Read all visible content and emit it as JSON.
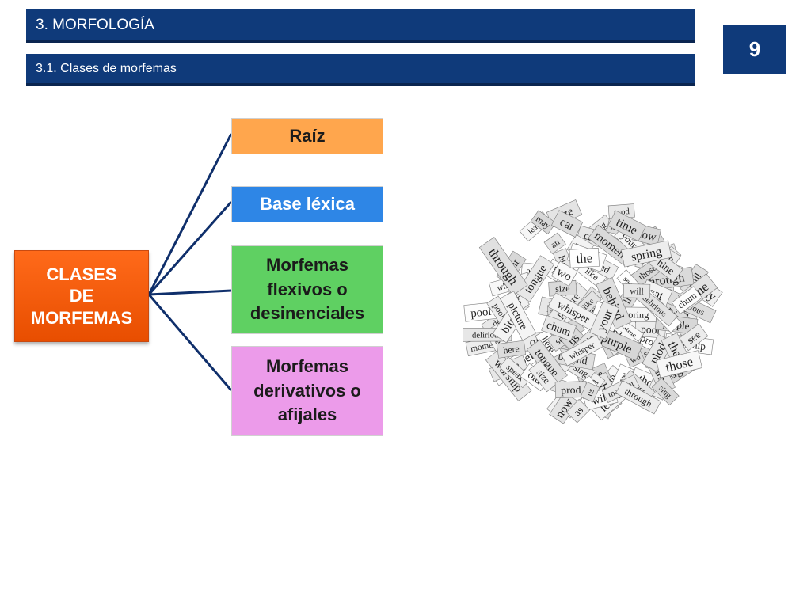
{
  "header": {
    "section_title": "3. MORFOLOGÍA",
    "subsection_title": "3.1. Clases de morfemas",
    "page_number": "9"
  },
  "diagram": {
    "root": "CLASES\nDE\nMORFEMAS",
    "children": [
      {
        "label": "Raíz",
        "color": "#ffa64d"
      },
      {
        "label": "Base léxica",
        "color": "#2e86e6"
      },
      {
        "label": "Morfemas flexivos o desinenciales",
        "color": "#5fd062"
      },
      {
        "label": "Morfemas derivativos o afijales",
        "color": "#ec9bea"
      }
    ],
    "root_color": "#f15a14",
    "line_color": "#0f2f6b"
  },
  "image": {
    "words": [
      "delirious",
      "leave",
      "plod",
      "bite",
      "purple",
      "moment",
      "hine",
      "worship",
      "speak",
      "tongue",
      "sing",
      "chum",
      "will",
      "time",
      "like",
      "may",
      "size",
      "whisper",
      "cat",
      "spring",
      "through",
      "those",
      "here",
      "picture",
      "behind",
      "your",
      "now",
      "prod",
      "see",
      "an",
      "us",
      "as",
      "the",
      "pool",
      "ll",
      "wo",
      "old",
      "po",
      "if"
    ]
  }
}
